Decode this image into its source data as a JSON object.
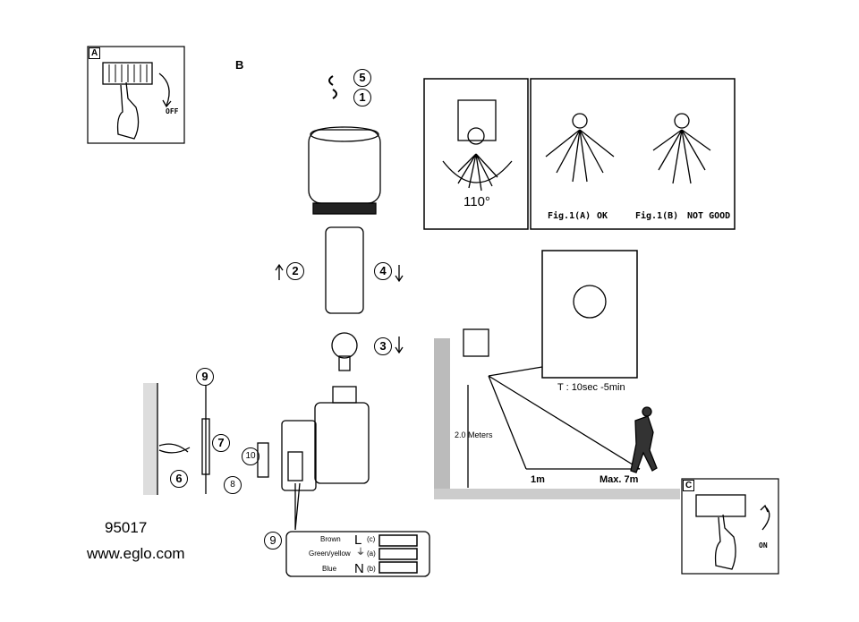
{
  "panel_a": {
    "label": "A",
    "switch_text": "OFF"
  },
  "panel_b": {
    "label": "B"
  },
  "steps": {
    "s5": "5",
    "s1": "1",
    "s2": "2",
    "s4": "4",
    "s3": "3",
    "s9": "9",
    "s7": "7",
    "s6": "6",
    "s10": "10",
    "s8": "8",
    "s9b": "9"
  },
  "detection": {
    "angle": "110°",
    "fig_a": "Fig.1(A)",
    "fig_a_status": "OK",
    "fig_b": "Fig.1(B)",
    "fig_b_status": "NOT GOOD"
  },
  "range": {
    "time": "T : 10sec -5min",
    "height": "2.0 Meters",
    "min_distance": "1m",
    "max_distance": "Max. 7m"
  },
  "wiring": {
    "rows": [
      {
        "color": "Brown",
        "terminal": "L",
        "code": "(c)"
      },
      {
        "color": "Green/yellow",
        "terminal": "",
        "code": "(a)"
      },
      {
        "color": "Blue",
        "terminal": "N",
        "code": "(b)"
      }
    ]
  },
  "product": {
    "number": "95017",
    "website": "www.eglo.com"
  },
  "panel_c": {
    "label": "C",
    "switch_text": "ON"
  }
}
